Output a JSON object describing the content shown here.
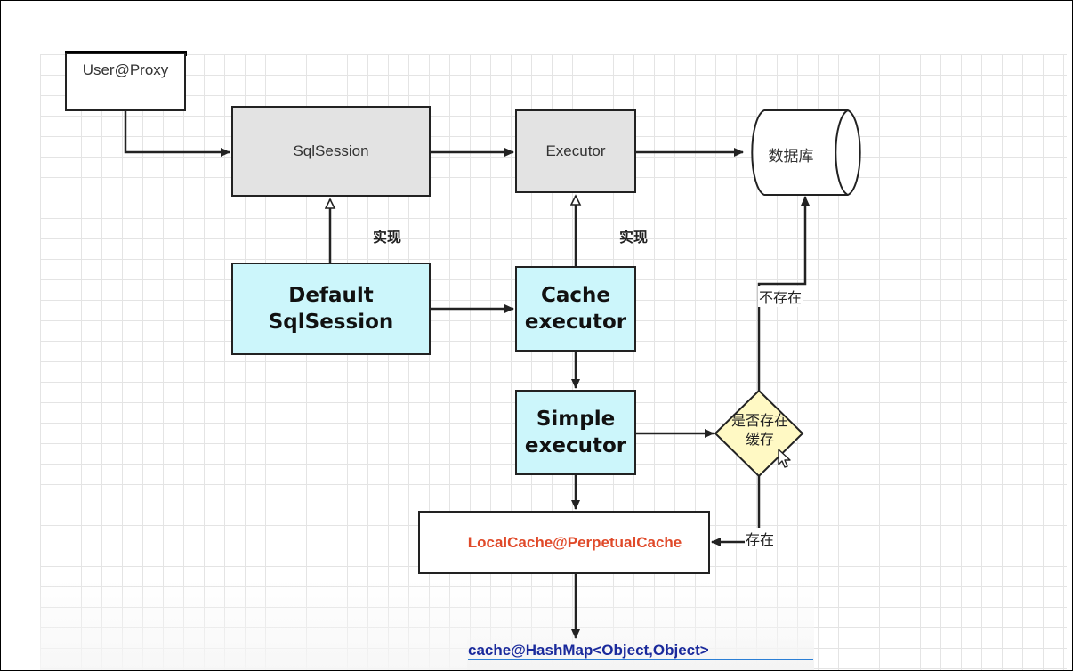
{
  "nodes": {
    "user_proxy": "User@Proxy",
    "sqlsession": "SqlSession",
    "executor": "Executor",
    "database": "数据库",
    "default_sqlsession": "Default\nSqlSession",
    "cache_executor": "Cache\nexecutor",
    "simple_executor": "Simple\nexecutor",
    "cache_decision": "是否存在\n缓存",
    "local_cache": "LocalCache@PerpetualCache",
    "hashmap": "cache@HashMap<Object,Object>"
  },
  "edge_labels": {
    "implements_left": "实现",
    "implements_right": "实现",
    "not_exists": "不存在",
    "exists": "存在"
  },
  "colors": {
    "gray_node": "#e3e3e3",
    "cyan_node": "#ccf6fb",
    "decision": "#fff9c4",
    "local_cache_text": "#e04a2a",
    "hashmap_text": "#1a2a9c"
  },
  "icons": {
    "cursor": "mouse-pointer-icon"
  }
}
